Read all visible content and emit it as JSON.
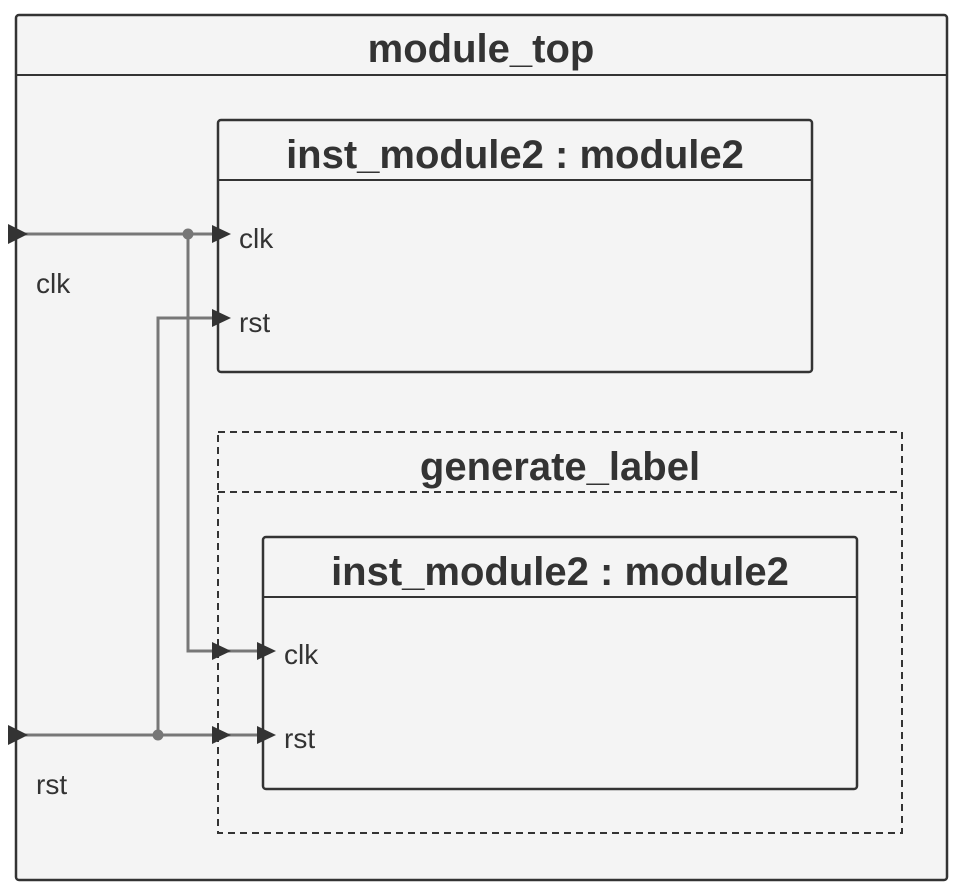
{
  "module": {
    "title": "module_top",
    "inputs": {
      "clk": "clk",
      "rst": "rst"
    }
  },
  "instances": [
    {
      "title": "inst_module2 : module2",
      "ports": [
        "clk",
        "rst"
      ]
    },
    {
      "title": "inst_module2 : module2",
      "ports": [
        "clk",
        "rst"
      ]
    }
  ],
  "generate_block": {
    "title": "generate_label"
  },
  "colors": {
    "background": "#f4f4f4",
    "border": "#333333",
    "wire": "#777777",
    "text": "#333333"
  }
}
